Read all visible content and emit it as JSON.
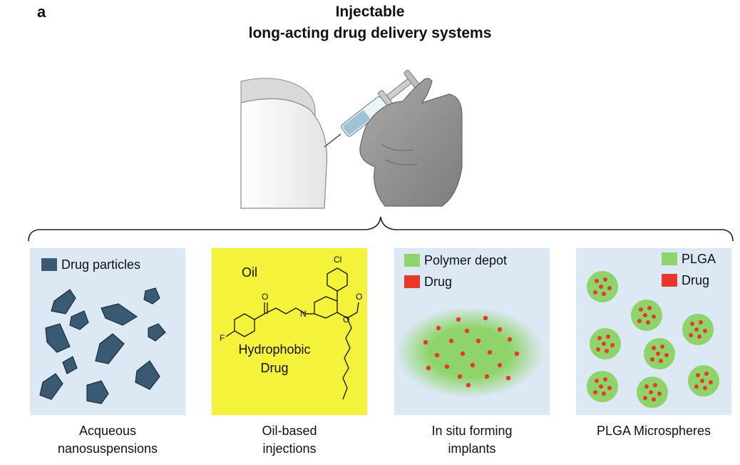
{
  "panel_label": "a",
  "title": {
    "line1": "Injectable",
    "line2": "long-acting drug delivery systems"
  },
  "panels": [
    {
      "id": "nanosuspensions",
      "legend": [
        "Drug particles"
      ],
      "caption_line1": "Acqueous",
      "caption_line2": "nanosuspensions"
    },
    {
      "id": "oil-based",
      "labels": {
        "oil": "Oil",
        "hydrophobic_line1": "Hydrophobic",
        "hydrophobic_line2": "Drug"
      },
      "atoms": {
        "cl": "Cl",
        "f": "F",
        "n": "N",
        "o1": "O",
        "o2": "O",
        "o3": "O"
      },
      "caption_line1": "Oil-based",
      "caption_line2": "injections"
    },
    {
      "id": "in-situ",
      "legend": [
        "Polymer depot",
        "Drug"
      ],
      "caption_line1": "In situ forming",
      "caption_line2": "implants"
    },
    {
      "id": "plga",
      "legend": [
        "PLGA",
        "Drug"
      ],
      "caption_line1": "PLGA Microspheres",
      "caption_line2": ""
    }
  ],
  "colors": {
    "panel_bg": "#dce8f3",
    "particle": "#3a5a73",
    "oil_bg": "#f4f23a",
    "polymer_green": "#8fd46b",
    "drug_red": "#e8382b"
  }
}
